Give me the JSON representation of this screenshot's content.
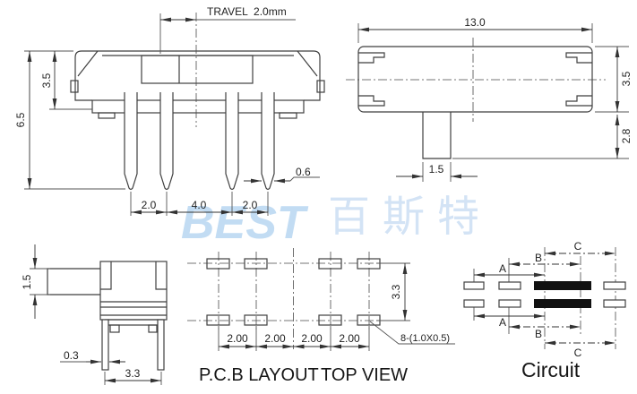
{
  "watermark": {
    "latin": "BEST",
    "cjk": "百斯特",
    "color": "#c2dcf3"
  },
  "front_view": {
    "travel_label": "TRAVEL  2.0mm",
    "dim_total_height": "6.5",
    "dim_body_height": "3.5",
    "dim_pin_width": "0.6",
    "dim_pitch_left": "2.0",
    "dim_pitch_middle": "4.0",
    "dim_pitch_right": "2.0"
  },
  "top_view": {
    "dim_width": "13.0",
    "dim_depth": "3.5",
    "dim_stem_height": "2.8",
    "dim_stem_width": "1.5"
  },
  "side_view": {
    "dim_lever_thickness": "1.5",
    "dim_pin_width": "0.3",
    "dim_pin_span": "3.3"
  },
  "pcb_layout": {
    "title": "P.C.B LAYOUT",
    "subtitle": "TOP VIEW",
    "dim_pitch_1": "2.00",
    "dim_pitch_2": "2.00",
    "dim_pitch_3": "2.00",
    "dim_pitch_4": "2.00",
    "dim_row_span": "3.3",
    "hole_note": "8-(1.0X0.5)"
  },
  "circuit": {
    "title": "Circuit",
    "label_a": "A",
    "label_b": "B",
    "label_c": "C"
  }
}
